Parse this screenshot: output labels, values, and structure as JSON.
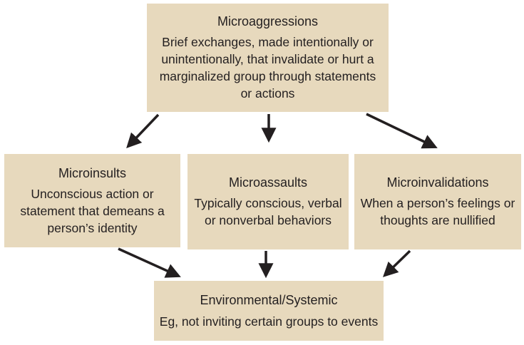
{
  "top": {
    "title": "Microaggressions",
    "desc": "Brief exchanges, made intentionally or unintentionally, that invalidate or hurt a marginalized group through statements or actions"
  },
  "left": {
    "title": "Microinsults",
    "desc": "Unconscious action or statement that demeans a person’s identity"
  },
  "middle": {
    "title": "Microassaults",
    "desc": "Typically conscious, verbal or nonverbal behaviors"
  },
  "right": {
    "title": "Microinvalidations",
    "desc": "When a person’s feelings or thoughts are nullified"
  },
  "bottom": {
    "title": "Environmental/Systemic",
    "desc": "Eg, not inviting certain groups to events"
  },
  "colors": {
    "box_fill": "#e7d9bd",
    "arrow": "#231f20",
    "text": "#231f20"
  }
}
